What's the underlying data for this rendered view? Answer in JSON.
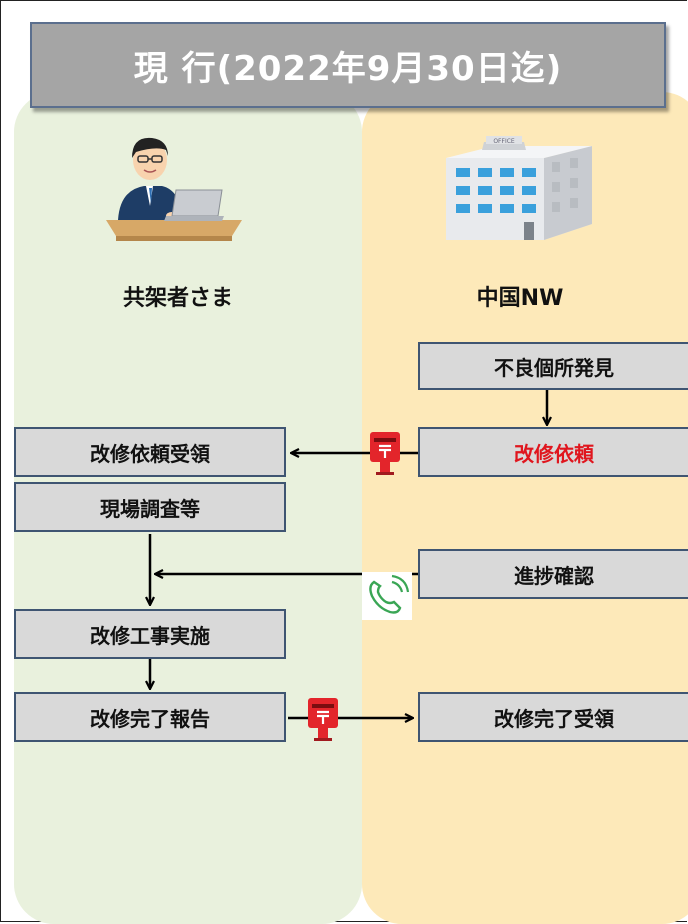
{
  "title": "現 行(2022年9月30日迄)",
  "actors": {
    "left": "共架者さま",
    "right": "中国NW"
  },
  "steps": {
    "defect_found": "不良個所発見",
    "repair_request": "改修依頼",
    "repair_request_received": "改修依頼受領",
    "site_survey": "現場調査等",
    "progress_check": "進捗確認",
    "repair_work": "改修工事実施",
    "completion_report": "改修完了報告",
    "completion_received": "改修完了受領"
  },
  "colors": {
    "left_lane": "#e9f1dd",
    "right_lane": "#fde9b9",
    "title_box": "#a5a5a5",
    "step_box": "#d9d9d9",
    "step_border": "#3f5572",
    "highlight_text": "#e0161e",
    "mailbox": "#e3252b",
    "phone": "#3aa655"
  },
  "icons": [
    "person-at-laptop-icon",
    "office-building-icon",
    "mailbox-icon",
    "phone-icon",
    "arrow-icon"
  ]
}
